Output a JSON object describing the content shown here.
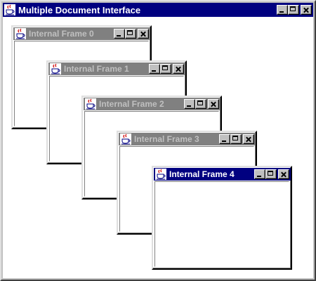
{
  "window": {
    "title": "Multiple Document Interface"
  },
  "frames": [
    {
      "title": "Internal Frame 0",
      "state": "inactive"
    },
    {
      "title": "Internal Frame 1",
      "state": "inactive"
    },
    {
      "title": "Internal Frame 2",
      "state": "inactive"
    },
    {
      "title": "Internal Frame 3",
      "state": "inactive"
    },
    {
      "title": "Internal Frame 4",
      "state": "active"
    }
  ],
  "icons": {
    "app": "java-coffee-cup-icon",
    "minimize": "minimize-icon",
    "maximize": "maximize-icon",
    "close": "close-icon"
  },
  "colors": {
    "active_title": "#000080",
    "inactive_title": "#808080",
    "desktop": "#ffffff",
    "chrome": "#c0c0c0"
  }
}
